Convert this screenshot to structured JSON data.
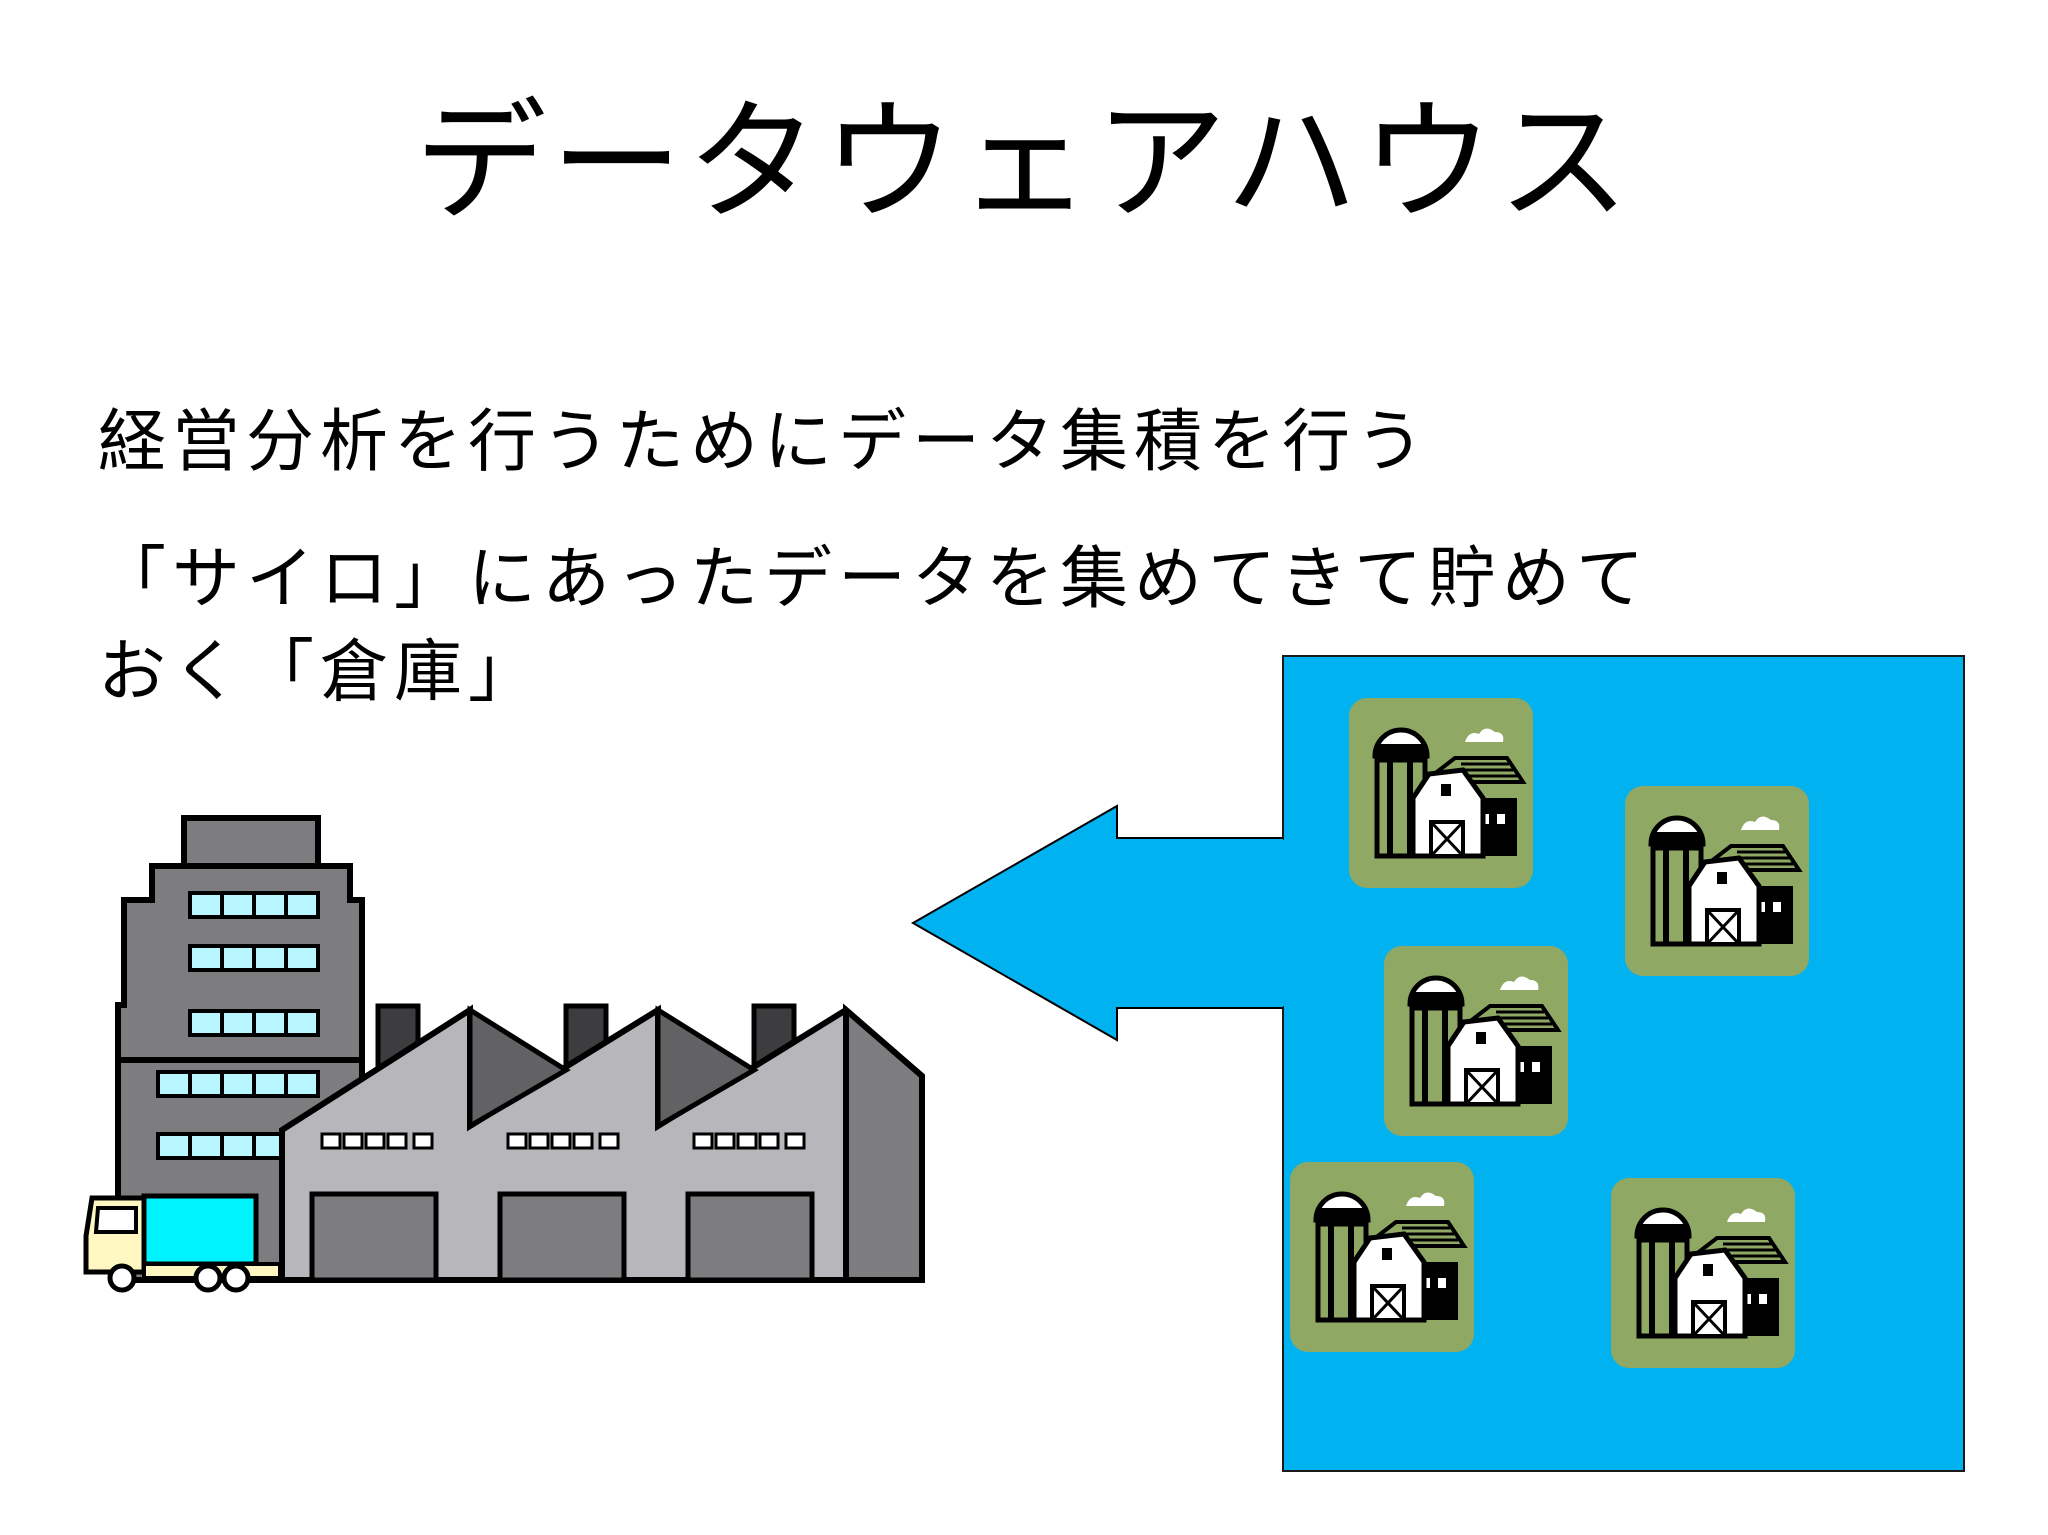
{
  "slide": {
    "title": "データウェアハウス",
    "bullets": [
      "経営分析を行うためにデータ集積を行う",
      "「サイロ」にあったデータを集めてきて貯めて",
      "おく「倉庫」"
    ]
  },
  "icons": {
    "warehouse": "factory-warehouse-icon",
    "truck": "delivery-truck-icon",
    "silo": "farm-silo-icon",
    "arrow": "left-arrow-icon"
  },
  "colors": {
    "pool": "#00b2f0",
    "silo_tile": "#8fa864",
    "warehouse_grey": "#7d7d7f",
    "window": "#b7f6ff",
    "truck_box": "#00f4ff"
  }
}
